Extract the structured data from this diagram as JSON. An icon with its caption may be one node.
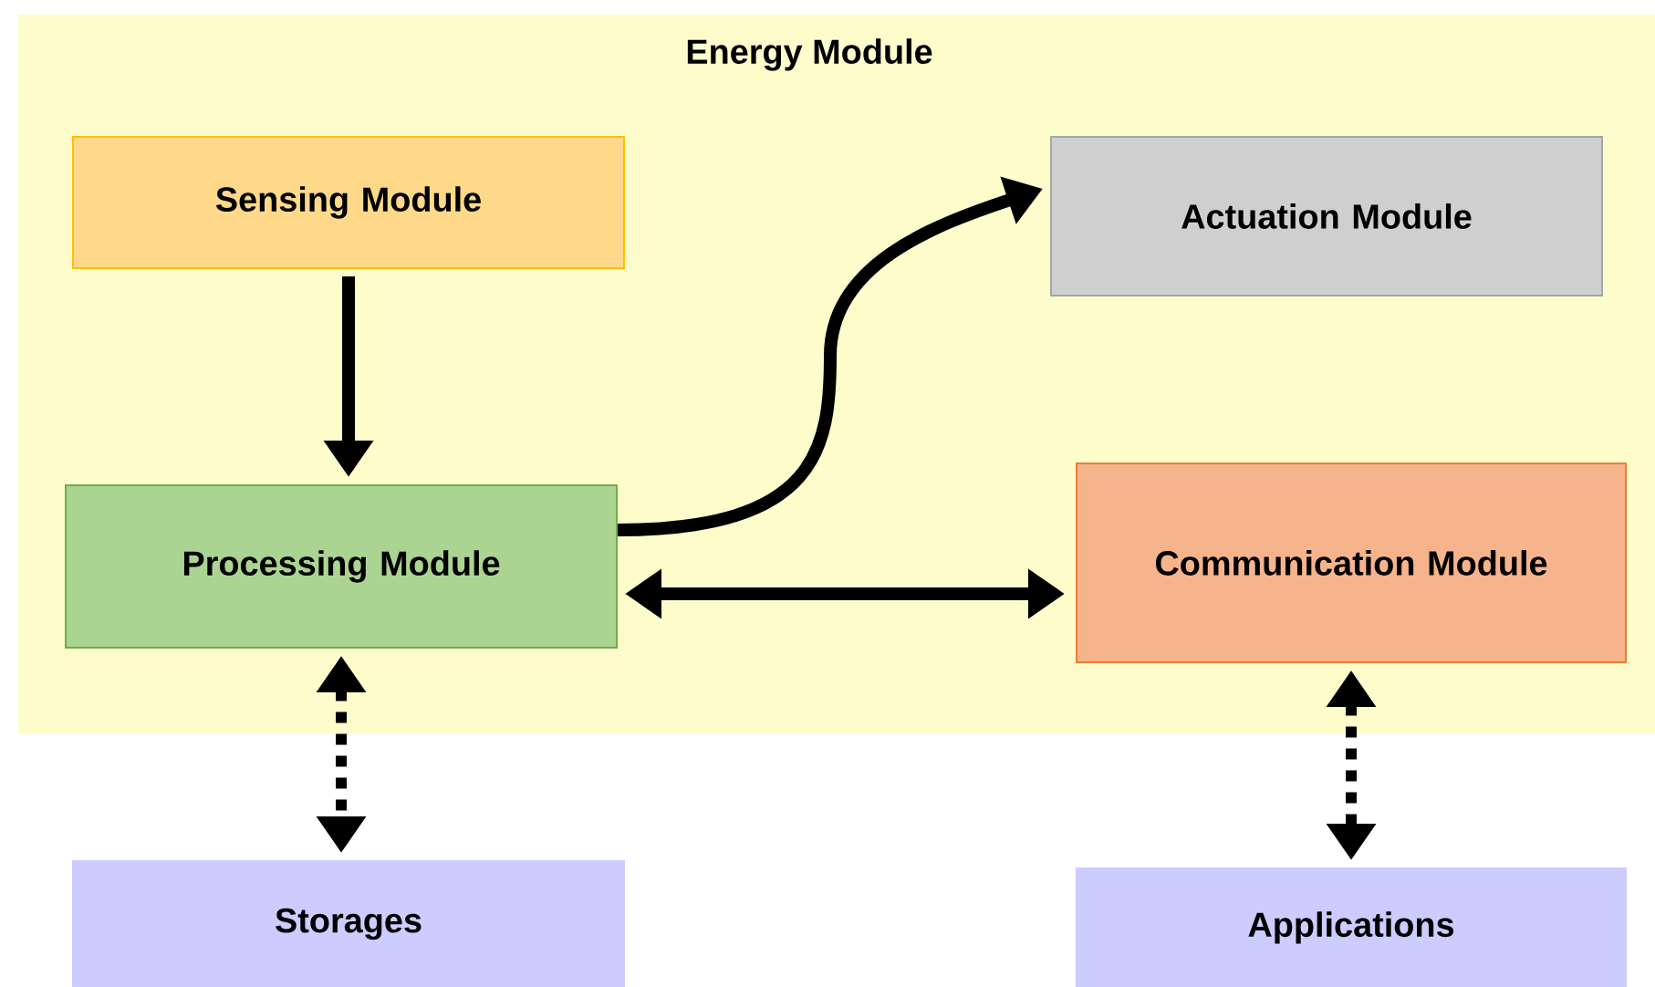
{
  "diagram": {
    "nodes": [
      {
        "text": [
          "Energy Module"
        ]
      },
      {
        "text": [
          "Sensing Module"
        ],
        "in": 0
      },
      {
        "text": [
          "Actuation Module"
        ],
        "in": 0
      },
      {
        "text": [
          "Processing Module"
        ],
        "in": 0
      },
      {
        "text": [
          "Communication Module"
        ],
        "in": 0
      },
      {
        "text": [
          "Storages"
        ]
      },
      {
        "text": [
          "Applications"
        ]
      }
    ],
    "edges": [
      {
        "from": 1,
        "to": 3,
        "arrow": "to"
      },
      {
        "from": 3,
        "to": 2,
        "arrow": "to"
      },
      {
        "from": 3,
        "to": 4,
        "arrow": "both"
      },
      {
        "from": 3,
        "to": 5,
        "arrow": "both",
        "style": "dashed"
      },
      {
        "from": 4,
        "to": 6,
        "arrow": "both",
        "style": "dashed"
      }
    ]
  }
}
